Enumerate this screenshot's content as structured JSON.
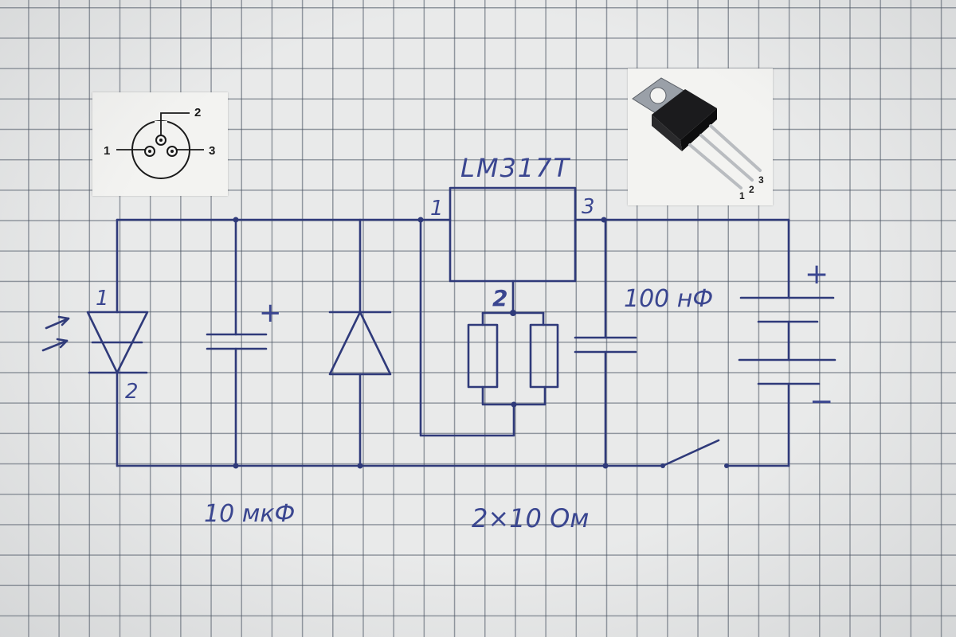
{
  "labels": {
    "ic_name": "LM317T",
    "pin1": "1",
    "pin2": "2",
    "pin3": "3",
    "led_pin1": "1",
    "led_pin2": "2",
    "c1_plus": "+",
    "c1_value": "10 мкФ",
    "c2_value": "100 нФ",
    "resistors_value": "2×10 Ом",
    "bat_plus": "+",
    "bat_minus": "−"
  },
  "pinout_card": {
    "pins": [
      "1",
      "2",
      "3"
    ]
  },
  "package_card": {
    "pins": [
      "1",
      "2",
      "3"
    ]
  },
  "colors": {
    "ink": "#2f3a7a",
    "paper": "#e9eaea",
    "grid": "#46505f"
  }
}
